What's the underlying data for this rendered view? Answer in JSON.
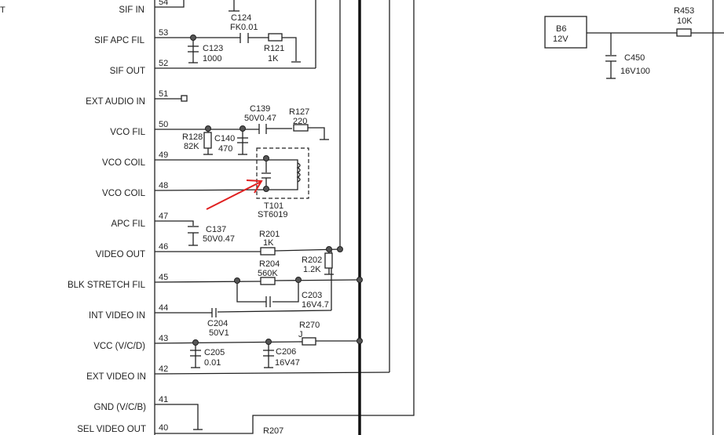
{
  "left_edge_fragment": "T",
  "pins": [
    {
      "num": "54",
      "label": "SIF IN"
    },
    {
      "num": "53",
      "label": "SIF APC FIL"
    },
    {
      "num": "52",
      "label": "SIF OUT"
    },
    {
      "num": "51",
      "label": "EXT AUDIO IN"
    },
    {
      "num": "50",
      "label": "VCO FIL"
    },
    {
      "num": "49",
      "label": "VCO COIL"
    },
    {
      "num": "48",
      "label": "VCO COIL"
    },
    {
      "num": "47",
      "label": "APC FIL"
    },
    {
      "num": "46",
      "label": "VIDEO OUT"
    },
    {
      "num": "45",
      "label": "BLK STRETCH FIL"
    },
    {
      "num": "44",
      "label": "INT VIDEO IN"
    },
    {
      "num": "43",
      "label": "VCC (V/C/D)"
    },
    {
      "num": "42",
      "label": "EXT VIDEO IN"
    },
    {
      "num": "41",
      "label": "GND (V/C/B)"
    },
    {
      "num": "40",
      "label": "SEL VIDEO OUT"
    }
  ],
  "components": {
    "c124": {
      "ref": "C124",
      "value": "FK0.01"
    },
    "c123": {
      "ref": "C123",
      "value": "1000"
    },
    "r121": {
      "ref": "R121",
      "value": "1K"
    },
    "c139": {
      "ref": "C139",
      "value": "50V0.47"
    },
    "r127": {
      "ref": "R127",
      "value": "220"
    },
    "r128": {
      "ref": "R128",
      "value": "82K"
    },
    "c140": {
      "ref": "C140",
      "value": "470"
    },
    "t101": {
      "ref": "T101",
      "value": "ST6019"
    },
    "c137": {
      "ref": "C137",
      "value": "50V0.47"
    },
    "r201": {
      "ref": "R201",
      "value": "1K"
    },
    "r202": {
      "ref": "R202",
      "value": "1.2K"
    },
    "r204": {
      "ref": "R204",
      "value": "560K"
    },
    "c203": {
      "ref": "C203",
      "value": "16V4.7"
    },
    "c204": {
      "ref": "C204",
      "value": "50V1"
    },
    "r270": {
      "ref": "R270",
      "value": "J"
    },
    "c205": {
      "ref": "C205",
      "value": "0.01"
    },
    "c206": {
      "ref": "C206",
      "value": "16V47"
    },
    "r207": {
      "ref": "R207"
    },
    "b6": {
      "ref": "B6",
      "value": "12V"
    },
    "c450": {
      "ref": "C450",
      "value": "16V100"
    },
    "r453": {
      "ref": "R453",
      "value": "10K"
    }
  },
  "colors": {
    "annotation_arrow": "#e02020"
  }
}
